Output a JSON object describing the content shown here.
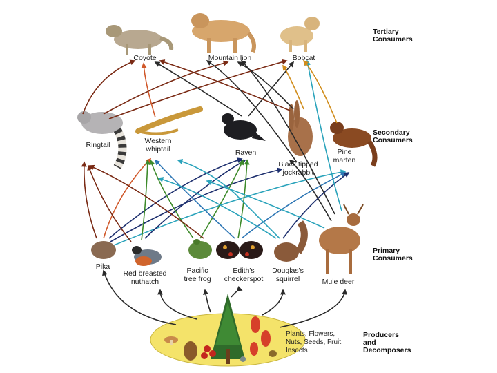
{
  "levels": {
    "tertiary": "Tertiary\nConsumers",
    "secondary": "Secondary\nConsumers",
    "primary": "Primary\nConsumers",
    "producers": "Producers\nand\nDecomposers"
  },
  "organisms": {
    "coyote": "Coyote",
    "mountain_lion": "Mountain lion",
    "bobcat": "Bobcat",
    "ringtail": "Ringtail",
    "western_whiptail": "Western\nwhiptail",
    "raven": "Raven",
    "jackrabbit": "Black tipped\njockrabbit",
    "pine_marten": "Pine\nmarten",
    "pika": "Pika",
    "nuthatch": "Red breasted\nnuthatch",
    "tree_frog": "Pacific\ntree frog",
    "checkerspot": "Edith's\ncheckerspot",
    "squirrel": "Douglas's\nsquirrel",
    "mule_deer": "Mule deer"
  },
  "producers_text": "Plants, Flowers,\nNuts, Seeds, Fruit,\nInsects",
  "colors": {
    "arrow_brown": "#7a2a14",
    "arrow_orange": "#d0582a",
    "arrow_blue": "#2f77b5",
    "arrow_navy": "#1d2f6e",
    "arrow_teal": "#2aa3bb",
    "arrow_green": "#3d8a2a",
    "arrow_gold": "#d08c1a",
    "arrow_black": "#2a2a2a",
    "producer_bed": "#f4e36a"
  }
}
